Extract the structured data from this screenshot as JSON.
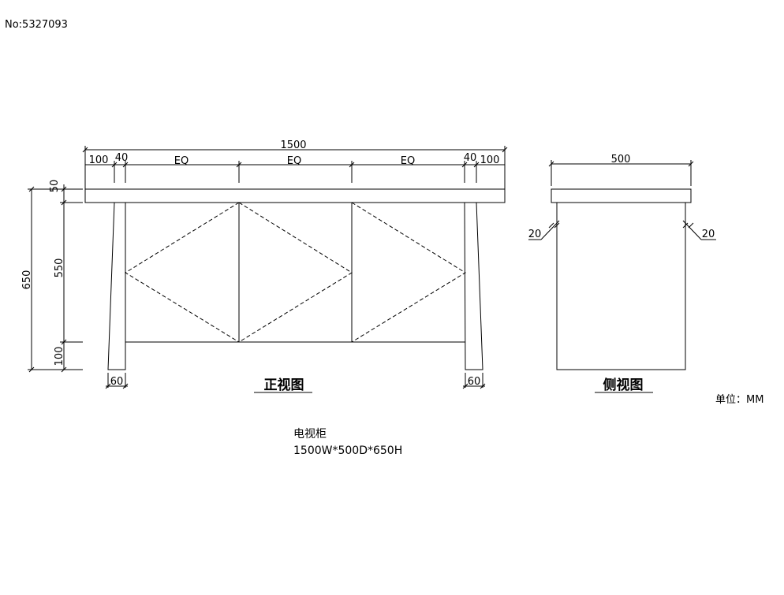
{
  "header": {
    "id_label": "No:5327093"
  },
  "front_view": {
    "title": "正视图",
    "overall_width": "1500",
    "segments": [
      "100",
      "40",
      "EQ",
      "EQ",
      "EQ",
      "40",
      "100"
    ],
    "height_total": "650",
    "height_parts": [
      "50",
      "550",
      "100"
    ],
    "leg_width_left": "60",
    "leg_width_right": "60"
  },
  "side_view": {
    "title": "侧视图",
    "depth": "500",
    "inset_left": "20",
    "inset_right": "20"
  },
  "units": "单位：MM",
  "product": {
    "name": "电视柜",
    "size": "1500W*500D*650H"
  }
}
